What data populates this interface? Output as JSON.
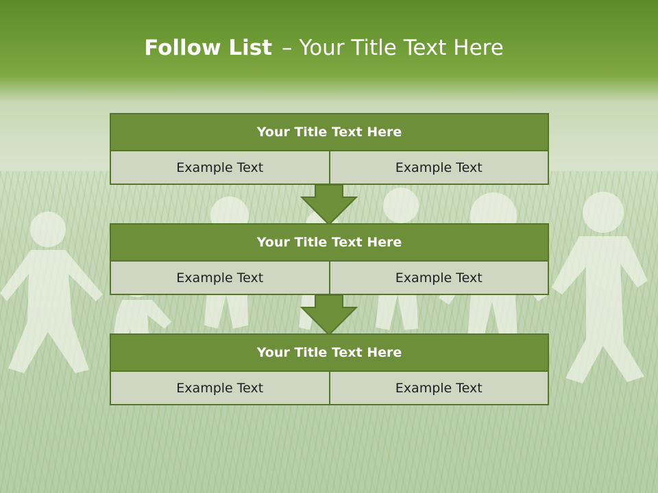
{
  "title": {
    "bold": "Follow List",
    "rest": "– Your Title Text Here"
  },
  "blocks": [
    {
      "heading": "Your Title Text Here",
      "cells": [
        "Example Text",
        "Example Text"
      ]
    },
    {
      "heading": "Your Title Text Here",
      "cells": [
        "Example Text",
        "Example Text"
      ]
    },
    {
      "heading": "Your Title Text Here",
      "cells": [
        "Example Text",
        "Example Text"
      ]
    }
  ],
  "colors": {
    "header": "#6d8f3a",
    "border": "#56742a",
    "cell": "#cfd6c1",
    "arrow": "#6d8f3a"
  },
  "background": "grass field with paper people cut-outs"
}
